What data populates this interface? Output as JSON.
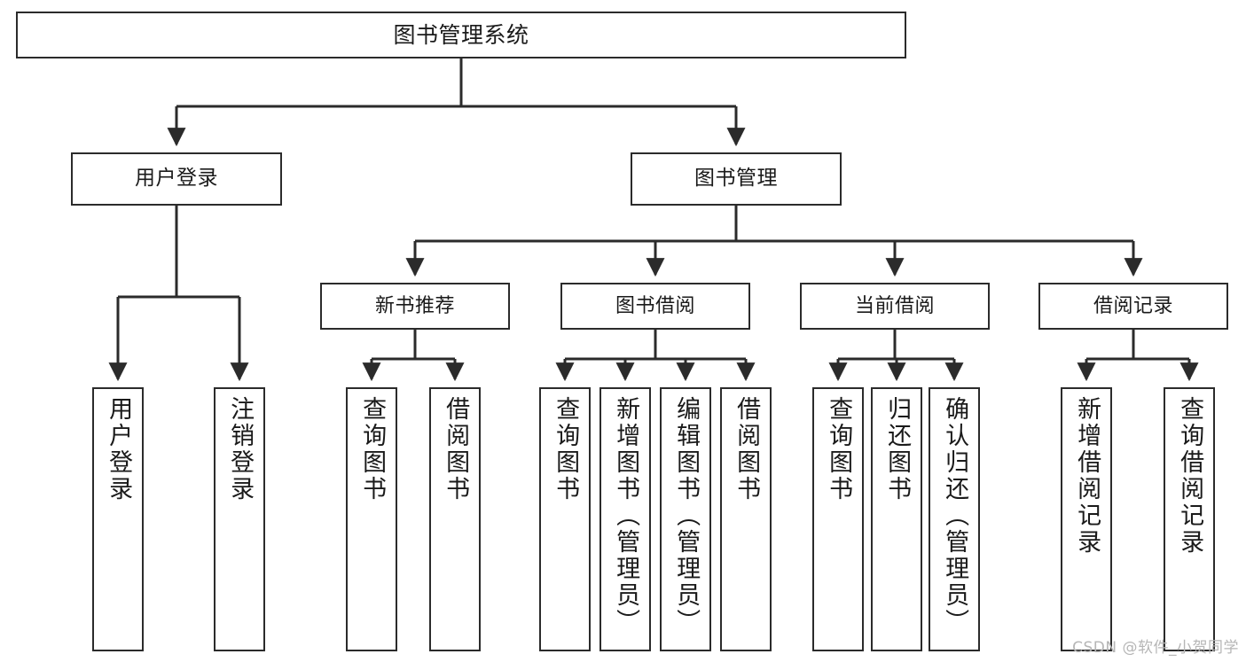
{
  "diagram": {
    "title": "图书管理系统",
    "type": "tree",
    "colors": {
      "background": "#ffffff",
      "box_border": "#2b2b2b",
      "box_fill": "#ffffff",
      "text": "#1a1a1a",
      "edge": "#2b2b2b",
      "watermark": "#b6b6b6"
    },
    "watermark": "CSDN @软件_小贺同学"
  },
  "nodes": {
    "root": {
      "label": "图书管理系统"
    },
    "level2": [
      {
        "label": "用户登录"
      },
      {
        "label": "图书管理"
      }
    ],
    "level3": [
      {
        "label": "新书推荐"
      },
      {
        "label": "图书借阅"
      },
      {
        "label": "当前借阅"
      },
      {
        "label": "借阅记录"
      }
    ],
    "leaves": {
      "user_login": [
        {
          "label": "用户登录"
        },
        {
          "label": "注销登录"
        }
      ],
      "new_book_recommend": [
        {
          "label": "查询图书"
        },
        {
          "label": "借阅图书"
        }
      ],
      "book_borrow": [
        {
          "label": "查询图书"
        },
        {
          "label": "新增图书（管理员）"
        },
        {
          "label": "编辑图书（管理员）"
        },
        {
          "label": "借阅图书"
        }
      ],
      "current_borrow": [
        {
          "label": "查询图书"
        },
        {
          "label": "归还图书"
        },
        {
          "label": "确认归还（管理员）"
        }
      ],
      "borrow_record": [
        {
          "label": "新增借阅记录"
        },
        {
          "label": "查询借阅记录"
        }
      ]
    }
  }
}
